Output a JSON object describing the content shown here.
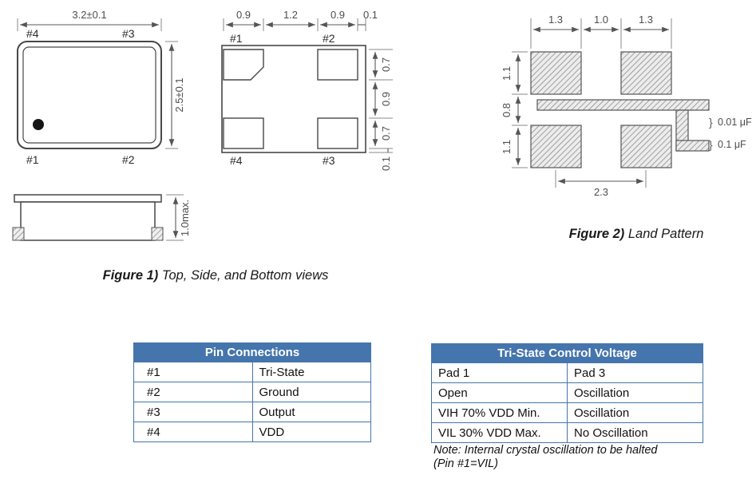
{
  "figure1": {
    "caption_bold": "Figure 1)",
    "caption_rest": " Top, Side, and Bottom views",
    "top_view": {
      "dim_width": "3.2±0.1",
      "dim_height": "2.5±0.1",
      "pins": {
        "tl": "#4",
        "tr": "#3",
        "bl": "#1",
        "br": "#2"
      }
    },
    "bottom_view": {
      "dims_top": [
        "0.9",
        "1.2",
        "0.9",
        "0.1"
      ],
      "dims_right": [
        "0.7",
        "0.9",
        "0.7",
        "0.1"
      ],
      "pins": {
        "tl": "#1",
        "tr": "#2",
        "bl": "#4",
        "br": "#3"
      }
    },
    "side_view": {
      "dim_height": "1.0max."
    }
  },
  "figure2": {
    "caption_bold": "Figure 2)",
    "caption_rest": " Land Pattern",
    "dims_top": [
      "1.3",
      "1.0",
      "1.3"
    ],
    "dims_left": [
      "1.1",
      "0.8",
      "1.1"
    ],
    "dim_bottom": "2.3",
    "capacitor1": "0.01 μF",
    "capacitor2": "0.1 μF",
    "brace_glyph": "}"
  },
  "pin_table": {
    "title": "Pin Connections",
    "rows": [
      {
        "pin": "#1",
        "function": "Tri-State"
      },
      {
        "pin": "#2",
        "function": "Ground"
      },
      {
        "pin": "#3",
        "function": "Output"
      },
      {
        "pin": "#4",
        "function": "VDD"
      }
    ]
  },
  "tristate_table": {
    "title": "Tri-State Control Voltage",
    "rows": [
      {
        "pad1": "Pad 1",
        "pad3": "Pad 3"
      },
      {
        "pad1": "Open",
        "pad3": "Oscillation"
      },
      {
        "pad1": "VIH 70% VDD Min.",
        "pad3": "Oscillation"
      },
      {
        "pad1": "VIL 30% VDD Max.",
        "pad3": "No Oscillation"
      }
    ],
    "note_line1": "Note: Internal crystal oscillation to be halted",
    "note_line2": "(Pin #1=VIL)"
  },
  "colors": {
    "table_header": "#4575ad",
    "table_border": "#4575ad"
  }
}
